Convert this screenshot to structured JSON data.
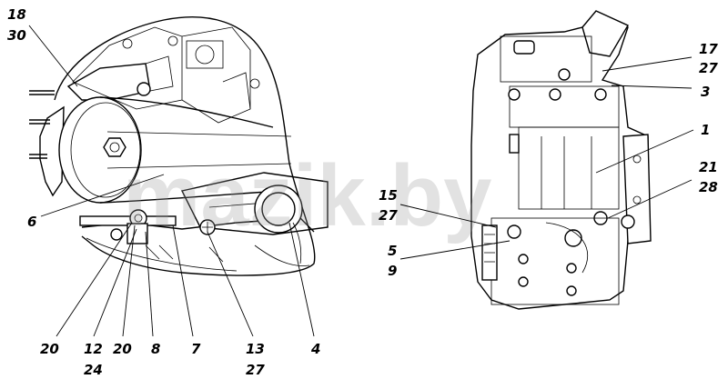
{
  "watermark": "mazik.by",
  "callouts": {
    "c18": "18",
    "c30": "30",
    "c17": "17",
    "c27a": "27",
    "c3": "3",
    "c1": "1",
    "c21": "21",
    "c28": "28",
    "c15": "15",
    "c27b": "27",
    "c5": "5",
    "c9": "9",
    "c6": "6",
    "c20a": "20",
    "c12": "12",
    "c24": "24",
    "c20b": "20",
    "c8": "8",
    "c7": "7",
    "c13": "13",
    "c27c": "27",
    "c4": "4"
  }
}
